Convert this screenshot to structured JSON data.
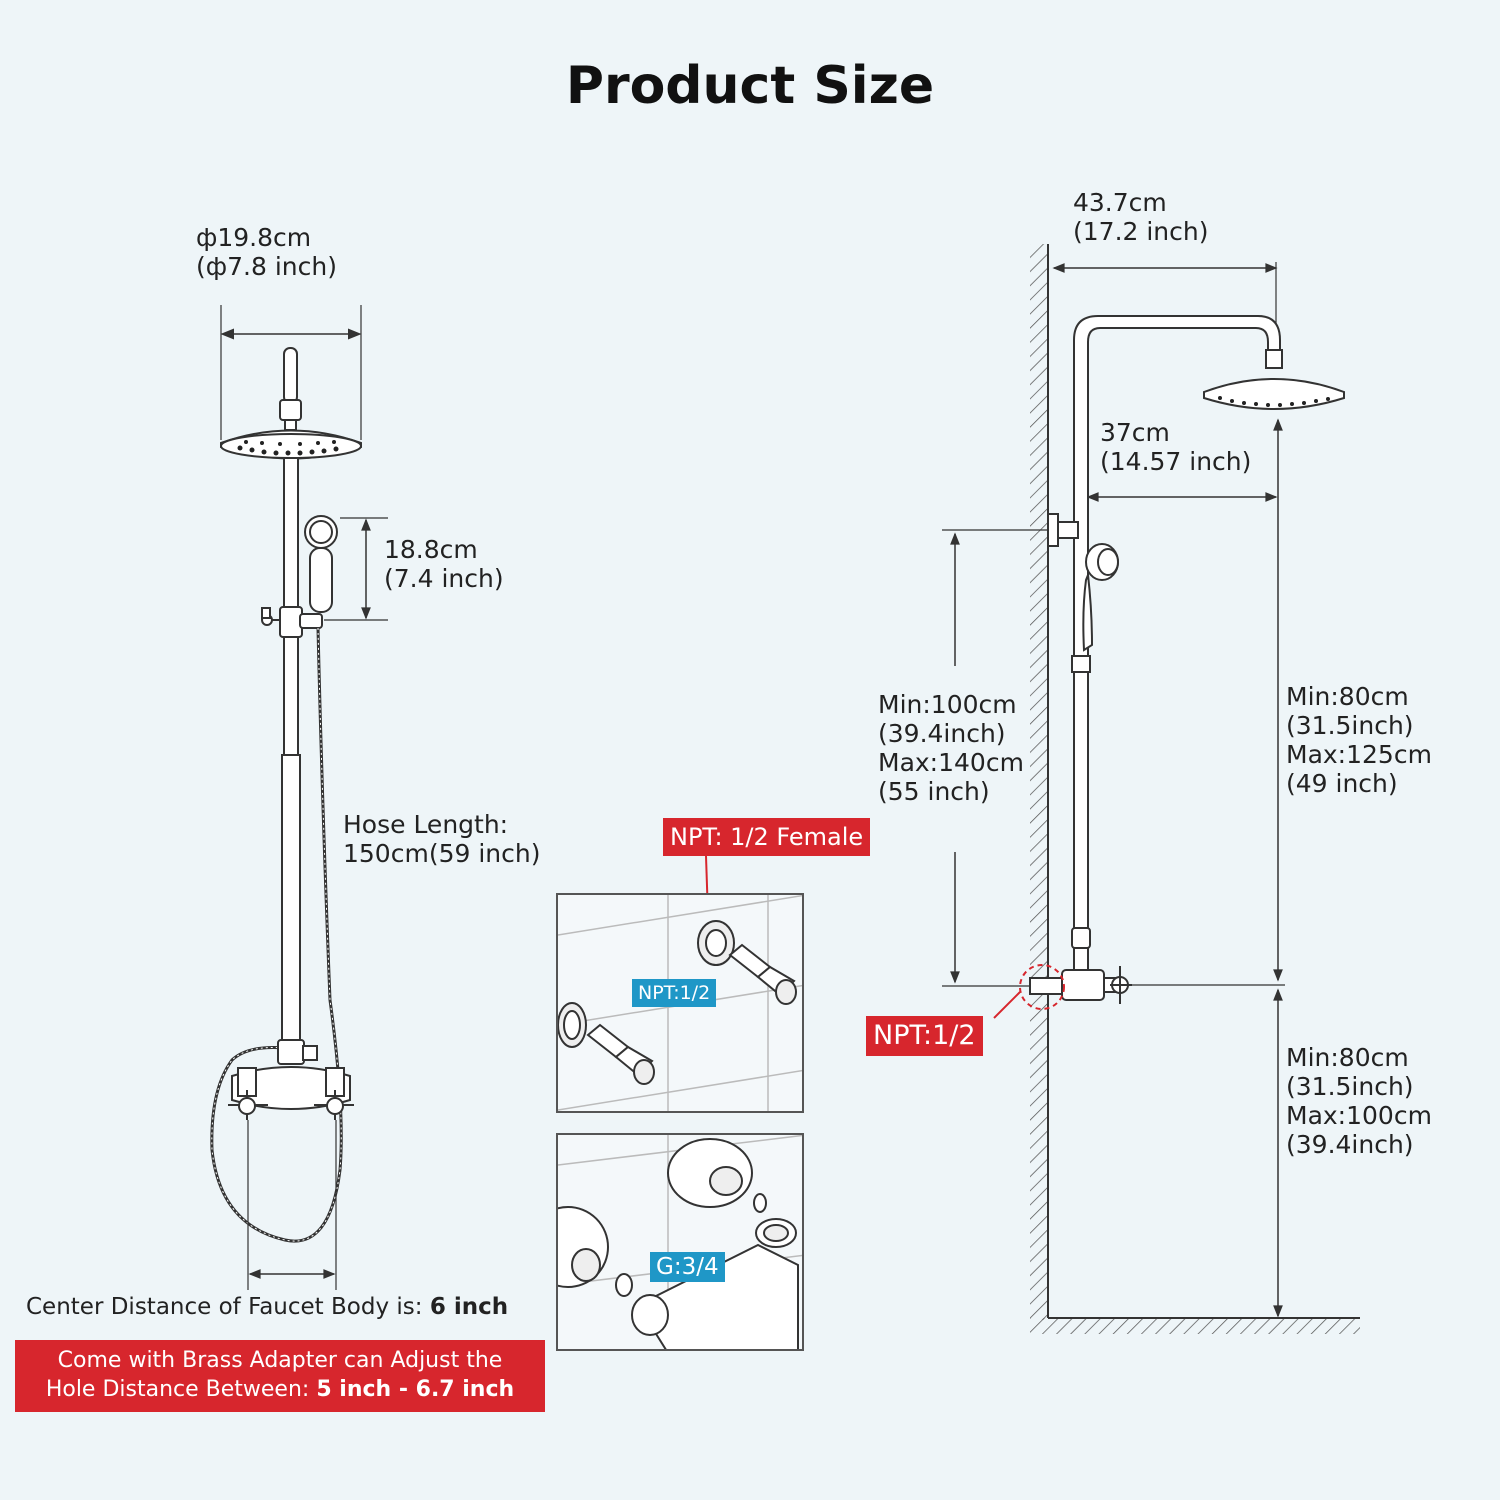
{
  "title": "Product Size",
  "left_view": {
    "shower_head_diameter": {
      "cm": "ф19.8cm",
      "inch": "(ф7.8 inch)"
    },
    "hand_shower_length": {
      "cm": "18.8cm",
      "inch": "(7.4 inch)"
    },
    "hose_length": {
      "line1": "Hose Length:",
      "line2": "150cm(59 inch)"
    },
    "center_distance": {
      "prefix": "Center Distance of Faucet Body is: ",
      "value": "6 inch"
    },
    "adapter_note": {
      "line1": "Come with Brass Adapter can Adjust the",
      "line2_prefix": "Hole Distance Between: ",
      "line2_value": "5 inch - 6.7 inch"
    }
  },
  "insets": {
    "npt_female_label": "NPT: 1/2 Female",
    "npt_label": "NPT:1/2",
    "g_label": "G:3/4"
  },
  "right_view": {
    "arm_total_length": {
      "cm": "43.7cm",
      "inch": "(17.2 inch)"
    },
    "arm_reach": {
      "cm": "37cm",
      "inch": "(14.57 inch)"
    },
    "slide_bar_height": {
      "l1": "Min:100cm",
      "l2": "(39.4inch)",
      "l3": "Max:140cm",
      "l4": "(55 inch)"
    },
    "head_above_valve": {
      "l1": "Min:80cm",
      "l2": "(31.5inch)",
      "l3": "Max:125cm",
      "l4": "(49 inch)"
    },
    "valve_above_floor": {
      "l1": "Min:80cm",
      "l2": "(31.5inch)",
      "l3": "Max:100cm",
      "l4": "(39.4inch)"
    },
    "wall_connection_label": "NPT:1/2"
  },
  "colors": {
    "accent_red": "#d7262d",
    "accent_blue": "#1f97c7",
    "background": "#eef5f8"
  }
}
